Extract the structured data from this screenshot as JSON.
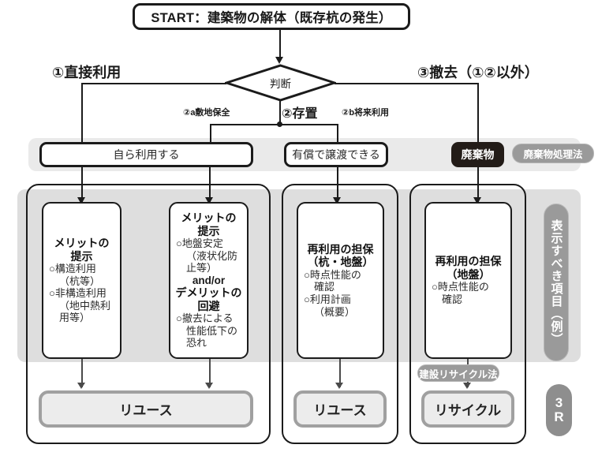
{
  "start": {
    "label": "START：建築物の解体（既存杭の発生）"
  },
  "decision": {
    "label": "判断"
  },
  "branches": {
    "left": "①直接利用",
    "right": "③撤去（①②以外）",
    "mid_main": "②存置",
    "mid_a": "②a敷地保全",
    "mid_b": "②b将来利用"
  },
  "row2": {
    "self_use": "自ら利用する",
    "transfer": "有償で譲渡できる",
    "waste": "廃棄物",
    "waste_law": "廃棄物処理法"
  },
  "detail_boxes": [
    {
      "name": "merit-structural",
      "head": "メリットの\n提示",
      "lines": [
        {
          "text": "○構造利用",
          "indent": false
        },
        {
          "text": "（杭等）",
          "indent": true
        },
        {
          "text": "○非構造利用",
          "indent": false
        },
        {
          "text": "（地中熱利",
          "indent": true
        },
        {
          "text": "用等）",
          "indent": true
        }
      ]
    },
    {
      "name": "merit-ground",
      "head": "メリットの\n提示",
      "lines": [
        {
          "text": "○地盤安定",
          "indent": false
        },
        {
          "text": "（液状化防",
          "indent": true
        },
        {
          "text": "止等）",
          "indent": true
        }
      ],
      "center_text": "and/or",
      "head2": "デメリットの\n回避",
      "lines2": [
        {
          "text": "○撤去による",
          "indent": false
        },
        {
          "text": "性能低下の",
          "indent": true
        },
        {
          "text": "恐れ",
          "indent": true
        }
      ]
    },
    {
      "name": "reuse-guarantee-pile-ground",
      "head": "再利用の担保\n（杭・地盤）",
      "lines": [
        {
          "text": "○時点性能の",
          "indent": false
        },
        {
          "text": "確認",
          "indent": true
        },
        {
          "text": "○利用計画",
          "indent": false
        },
        {
          "text": "（概要）",
          "indent": true
        }
      ]
    },
    {
      "name": "reuse-guarantee-ground",
      "head": "再利用の担保\n（地盤）",
      "lines": [
        {
          "text": "○時点性能の",
          "indent": false
        },
        {
          "text": "確認",
          "indent": true
        }
      ]
    }
  ],
  "outcomes": {
    "reuse_left": "リユース",
    "reuse_mid": "リユース",
    "recycle": "リサイクル",
    "recycle_law": "建設リサイクル法"
  },
  "side": {
    "display_items": "表示すべき項目（例）",
    "three_r_line1": "3",
    "three_r_line2": "R"
  },
  "colors": {
    "ink": "#1b1b1b",
    "panel_gray": "#dedede",
    "band_gray": "#eaeaea",
    "pill_gray": "#9a9a9a",
    "dark_box": "#231c18",
    "outcome_fill": "#ececec",
    "outcome_border": "#a0a0a0"
  }
}
